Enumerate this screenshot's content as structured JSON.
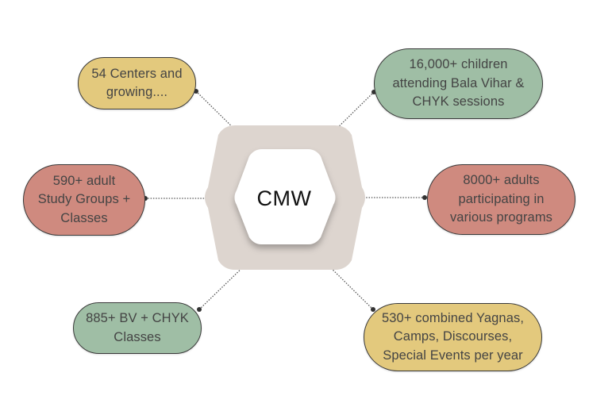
{
  "diagram": {
    "center": {
      "label": "CMW",
      "ring_color": "#ddd5cf",
      "inner_color": "#ffffff"
    },
    "colors": {
      "yellow": "#e3c97d",
      "green": "#9fbea5",
      "red": "#cf8a7f",
      "outline": "#3a3a3a",
      "connector": "#555555"
    },
    "nodes": [
      {
        "id": "centers",
        "text": "54 Centers and\ngrowing....",
        "color": "yellow",
        "side": "top-left"
      },
      {
        "id": "children",
        "text": "16,000+ children\nattending Bala Vihar &\nCHYK sessions",
        "color": "green",
        "side": "top-right"
      },
      {
        "id": "study-groups",
        "text": "590+ adult\nStudy Groups +\nClasses",
        "color": "red",
        "side": "left"
      },
      {
        "id": "adults",
        "text": "8000+ adults\nparticipating in\nvarious programs",
        "color": "red",
        "side": "right"
      },
      {
        "id": "bv-classes",
        "text": "885+ BV + CHYK\nClasses",
        "color": "green",
        "side": "bottom-left"
      },
      {
        "id": "events",
        "text": "530+ combined Yagnas,\nCamps, Discourses,\nSpecial Events per year",
        "color": "yellow",
        "side": "bottom-right"
      }
    ]
  }
}
